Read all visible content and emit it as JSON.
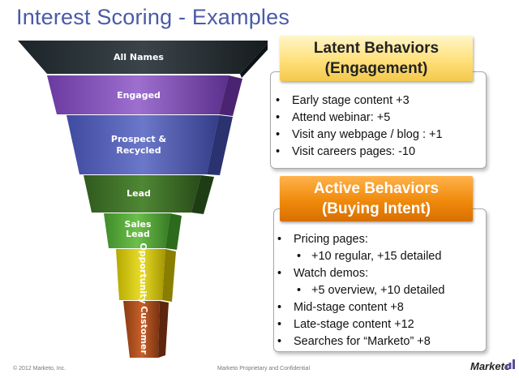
{
  "title": "Interest Scoring - Examples",
  "funnel": {
    "stages": [
      "All Names",
      "Engaged",
      "Prospect &",
      "Recycled",
      "Lead",
      "Sales",
      "Lead",
      "Opportunity",
      "Customer"
    ]
  },
  "latent": {
    "header_line1": "Latent Behaviors",
    "header_line2": "(Engagement)",
    "items": [
      "Early stage content +3",
      "Attend webinar: +5",
      "Visit any webpage / blog : +1",
      "Visit careers pages: -10"
    ]
  },
  "active": {
    "header_line1": "Active Behaviors",
    "header_line2": "(Buying Intent)",
    "items": [
      "Pricing pages:",
      "+10 regular, +15 detailed",
      "Watch demos:",
      "+5 overview, +10 detailed",
      "Mid-stage content +8",
      "Late-stage content +12",
      "Searches for “Marketo” +8"
    ]
  },
  "footer": {
    "copyright": "© 2012 Marketo, Inc.",
    "confidential": "Marketo Proprietary and Confidential",
    "logo": "Marketo"
  }
}
